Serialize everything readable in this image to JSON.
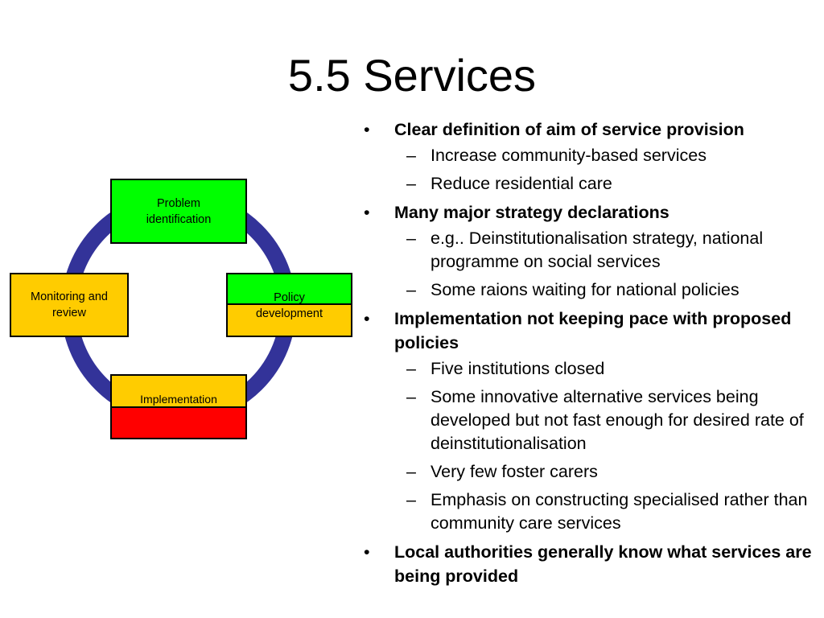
{
  "title": "5.5 Services",
  "colors": {
    "ring": "#333399",
    "green": "#00ff00",
    "amber": "#ffcc00",
    "red": "#ff0000"
  },
  "cycle": {
    "problem": "Problem identification",
    "policy": "Policy development",
    "implementation": "Implementation",
    "monitoring": "Monitoring and review"
  },
  "bullets": [
    {
      "text": "Clear definition of aim of service provision",
      "subs": [
        "Increase community-based services",
        "Reduce residential care"
      ]
    },
    {
      "text": "Many major strategy declarations",
      "subs": [
        "e.g.. Deinstitutionalisation strategy, national programme on social services",
        "Some raions waiting for national policies"
      ]
    },
    {
      "text": "Implementation not keeping pace with proposed policies",
      "subs": [
        "Five institutions closed",
        "Some innovative alternative services being developed but not fast enough for desired rate of deinstitutionalisation",
        "Very few foster carers",
        "Emphasis on constructing specialised rather than community care services"
      ]
    },
    {
      "text": "Local authorities generally know what services are being provided",
      "subs": []
    }
  ]
}
